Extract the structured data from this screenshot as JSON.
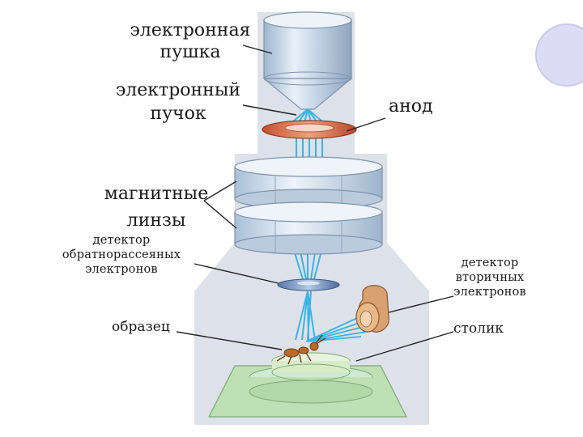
{
  "labels": {
    "gun_line1": "электронная",
    "gun_line2": "пушка",
    "beam_line1": "электронный",
    "beam_line2": "пучок",
    "anode": "анод",
    "lenses_line1": "магнитные",
    "lenses_line2": "линзы",
    "backscatter_line1": "детектор",
    "backscatter_line2": "обратнорассеяных",
    "backscatter_line3": "электронов",
    "secondary_line1": "детектор",
    "secondary_line2": "вторичных",
    "secondary_line3": "электронов",
    "sample": "образец",
    "stage": "столик"
  },
  "colors": {
    "column": "#d9dde7",
    "lens": "#c9d9ea",
    "beam": "#39b4e6",
    "anode": "#d0623e",
    "detector": "#cf9a6a",
    "table": "#bde0b4",
    "accent_circle": "#dcdcf4"
  }
}
